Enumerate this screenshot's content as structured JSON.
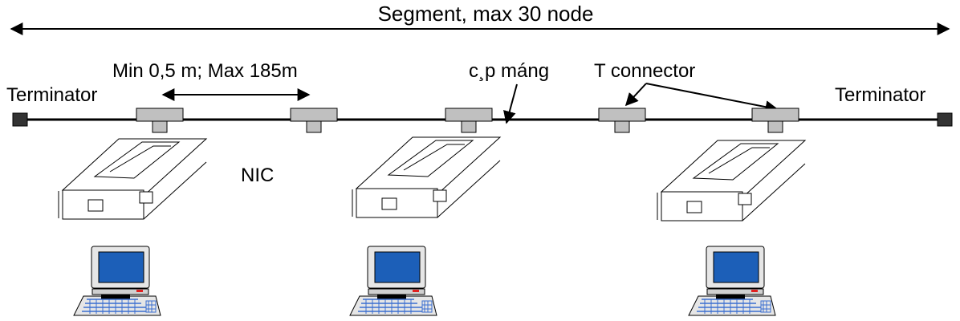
{
  "labels": {
    "segment": "Segment, max 30 node",
    "distance": "Min 0,5 m; Max 185m",
    "cable": "c¸p máng",
    "t_connector": "T connector",
    "terminator_left": "Terminator",
    "terminator_right": "Terminator",
    "nic": "NIC"
  },
  "colors": {
    "line": "#000000",
    "terminator": "#333333",
    "connector": "#c0c0c0",
    "screen": "#1c5fb8",
    "computer_body": "#e6e6e6",
    "power_led": "#e02020"
  },
  "icons": {
    "terminator": "terminator-icon",
    "t_connector": "t-connector-icon",
    "nic_card": "nic-card-icon",
    "computer": "computer-icon"
  }
}
